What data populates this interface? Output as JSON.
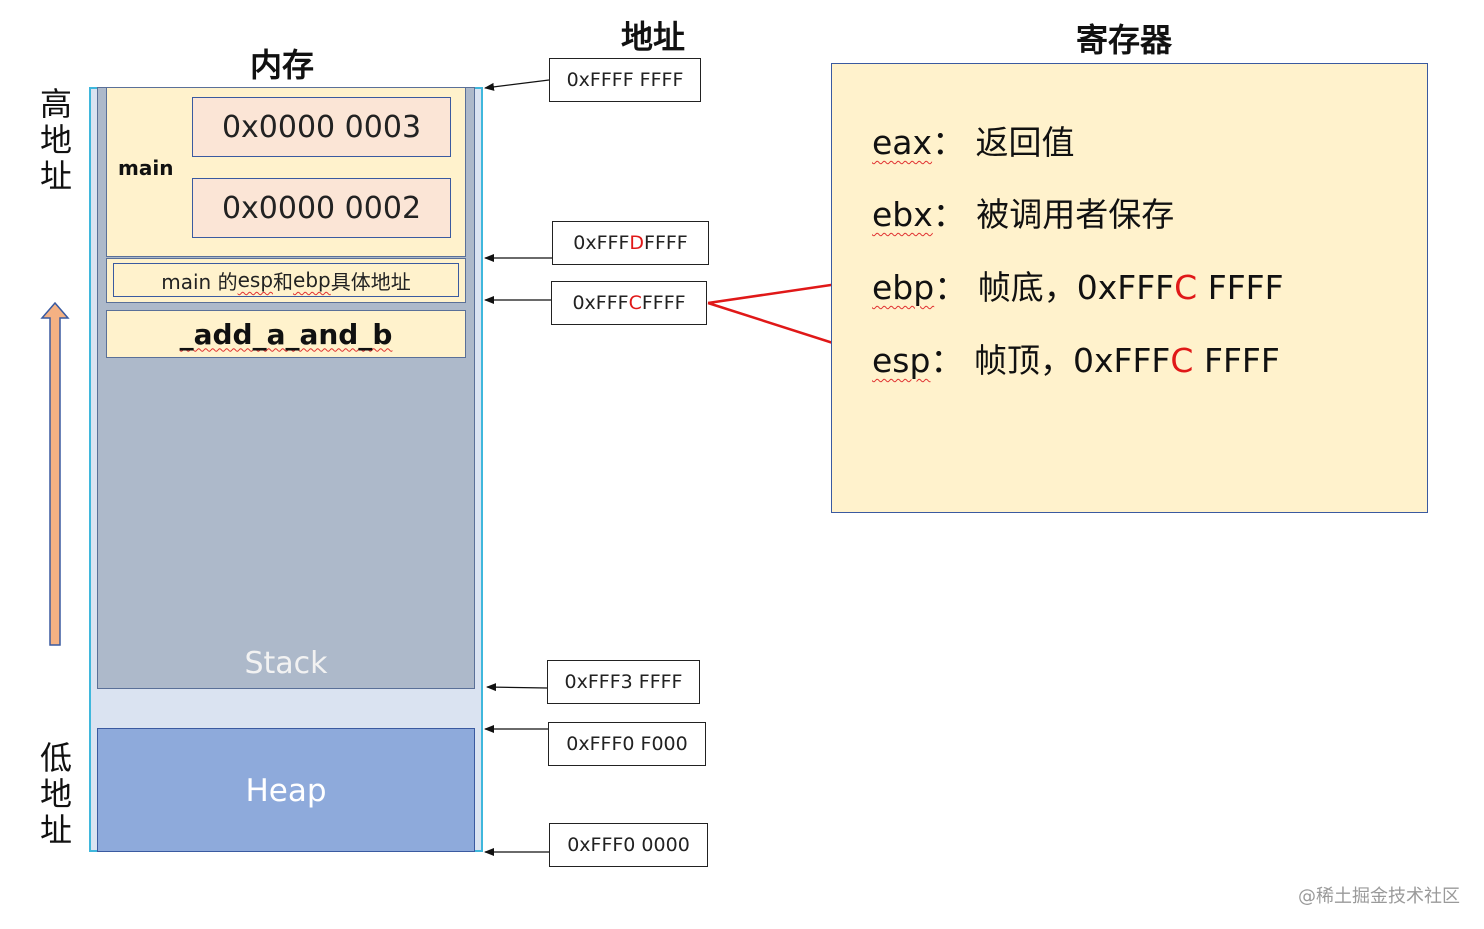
{
  "titles": {
    "memory": "内存",
    "address": "地址",
    "registers": "寄存器"
  },
  "side_labels": {
    "high_address": [
      "高",
      "地",
      "址"
    ],
    "low_address": [
      "低",
      "地",
      "址"
    ]
  },
  "memory": {
    "main_label": "main",
    "main_values": [
      "0x0000 0003",
      "0x0000 0002"
    ],
    "saved_regs_prefix": "main 的 ",
    "saved_regs_esp": "esp",
    "saved_regs_mid": " 和 ",
    "saved_regs_ebp": "ebp",
    "saved_regs_suffix": " 具体地址",
    "function_frame": "_add_a_and_b",
    "stack_label": "Stack",
    "heap_label": "Heap"
  },
  "addresses": {
    "a1": "0xFFFF FFFF",
    "a2_pre": "0xFFF",
    "a2_red": "D",
    "a2_post": " FFFF",
    "a3_pre": "0xFFF",
    "a3_red": "C",
    "a3_post": " FFFF",
    "a4": "0xFFF3 FFFF",
    "a5": "0xFFF0 F000",
    "a6": "0xFFF0 0000"
  },
  "registers": {
    "eax_name": "eax",
    "eax_desc": "： 返回值",
    "ebx_name": "ebx",
    "ebx_desc": "： 被调用者保存",
    "ebp_name": "ebp",
    "ebp_desc": "： 帧底，0xFFF",
    "ebp_red": "C",
    "ebp_post": " FFFF",
    "esp_name": "esp",
    "esp_desc": "： 帧顶，0xFFF",
    "esp_red": "C",
    "esp_post": " FFFF"
  },
  "watermark": "@稀土掘金技术社区",
  "colors": {
    "memory_bg": "#dae3f1",
    "stack_bg": "#adb9ca",
    "heap_bg": "#8eaadb",
    "frame_bg": "#fff2cc",
    "value_bg": "#fbe5d6",
    "highlight_red": "#e01818",
    "arrow_orange": "#f4b183"
  }
}
